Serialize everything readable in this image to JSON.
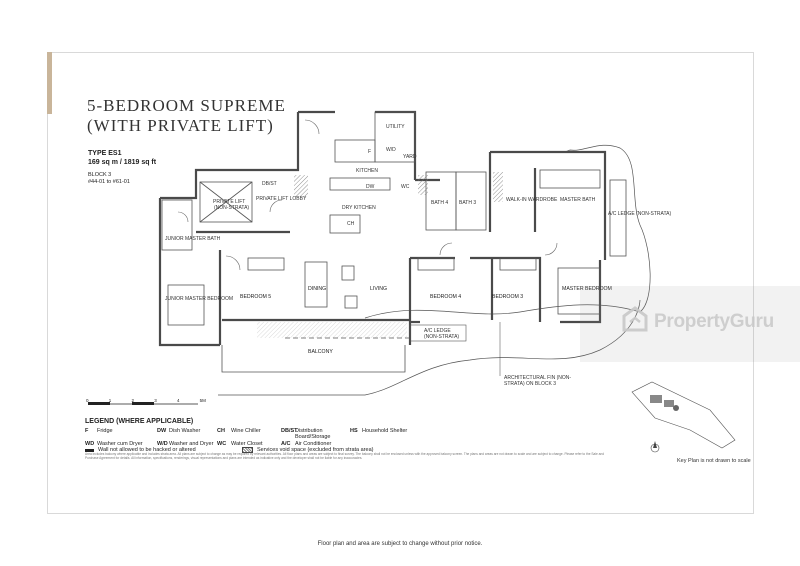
{
  "title": {
    "line1": "5-BEDROOM SUPREME",
    "line2": "(WITH PRIVATE LIFT)"
  },
  "unit": {
    "type": "TYPE ES1",
    "area": "169 sq m / 1819 sq ft",
    "block": "BLOCK 3",
    "units": "#44-01 to #61-01"
  },
  "rooms": {
    "utility": "UTILITY",
    "yard": "YARD",
    "wd": "W/D",
    "f": "F",
    "kitchen": "KITCHEN",
    "dw": "DW",
    "wc": "WC",
    "dbst": "DB/ST",
    "private_lift": "PRIVATE LIFT",
    "non_strata": "(NON-STRATA)",
    "private_lift_lobby": "PRIVATE LIFT LOBBY",
    "dry_kitchen": "DRY KITCHEN",
    "ch": "CH",
    "bath4": "BATH 4",
    "bath3": "BATH 3",
    "walk_in": "WALK-IN WARDROBE",
    "master_bath": "MASTER BATH",
    "ac_ledge_side": "A/C LEDGE (NON-STRATA)",
    "jr_master_bath": "JUNIOR MASTER BATH",
    "jr_master_bedroom": "JUNIOR MASTER BEDROOM",
    "bedroom5": "BEDROOM 5",
    "dining": "DINING",
    "living": "LIVING",
    "bedroom4": "BEDROOM 4",
    "bedroom3": "BEDROOM 3",
    "master_bedroom": "MASTER BEDROOM",
    "ac_ledge": "A/C LEDGE",
    "ac_ledge_ns": "(NON-STRATA)",
    "balcony": "BALCONY",
    "arch_fin": "ARCHITECTURAL FIN (NON-STRATA) ON BLOCK 3"
  },
  "scale": {
    "ticks": [
      "0",
      "1",
      "2",
      "3",
      "4",
      "5M"
    ]
  },
  "legend": {
    "heading": "LEGEND (WHERE APPLICABLE)",
    "items": [
      {
        "k": "F",
        "v": "Fridge"
      },
      {
        "k": "DW",
        "v": "Dish Washer"
      },
      {
        "k": "CH",
        "v": "Wine Chiller"
      },
      {
        "k": "DB/ST",
        "v": "Distribution Board/Storage"
      },
      {
        "k": "HS",
        "v": "Household Shelter"
      },
      {
        "k": "WD",
        "v": "Washer cum Dryer"
      },
      {
        "k": "W/D",
        "v": "Washer and Dryer"
      },
      {
        "k": "WC",
        "v": "Water Closet"
      },
      {
        "k": "A/C",
        "v": "Air Conditioner"
      },
      {
        "k": "",
        "v": ""
      }
    ],
    "symbol1": "Wall not allowed to be hacked or altered",
    "symbol2": "Services void space (excluded from strata area)"
  },
  "fine_print": "Area includes balcony where applicable and includes strata area. All plans are subject to change as may be required by relevant authorities. All floor plans and areas are subject to final survey. The balcony shall not be enclosed unless with the approved balcony screen. The plans and areas are not drawn to scale and are subject to change. Please refer to the Sale and Purchase Agreement for details. All information, specifications, renderings, visual representations and plans are intended as indicative only and the developer shall not be liable for any inaccuracies.",
  "footer": "Floor plan and area are subject to change without prior notice.",
  "key_plan_note": "Key Plan is not drawn to scale",
  "watermark": "PropertyGuru",
  "colors": {
    "accent": "#c9b59a",
    "wall": "#4a4a4a",
    "hatch": "#8a8a8a"
  }
}
